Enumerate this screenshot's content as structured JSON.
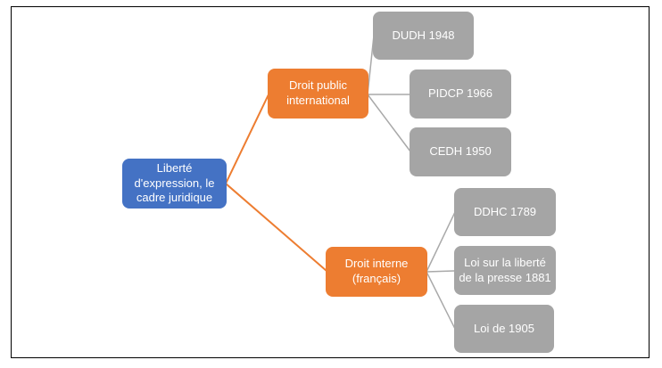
{
  "diagram": {
    "root": {
      "label": "Liberté d'expression, le cadre juridique"
    },
    "branches": [
      {
        "label": "Droit public international",
        "children": [
          "DUDH 1948",
          "PIDCP 1966",
          "CEDH 1950"
        ]
      },
      {
        "label": "Droit interne (français)",
        "children": [
          "DDHC 1789",
          "Loi sur la liberté de la presse 1881",
          "Loi de 1905"
        ]
      }
    ],
    "colors": {
      "root_fill": "#4472C4",
      "branch_fill": "#ED7D31",
      "leaf_fill": "#A5A5A5",
      "connector_branch": "#ED7D31",
      "connector_leaf": "#A9A9A9",
      "node_text": "#FFFFFF",
      "frame_border": "#000000"
    }
  }
}
